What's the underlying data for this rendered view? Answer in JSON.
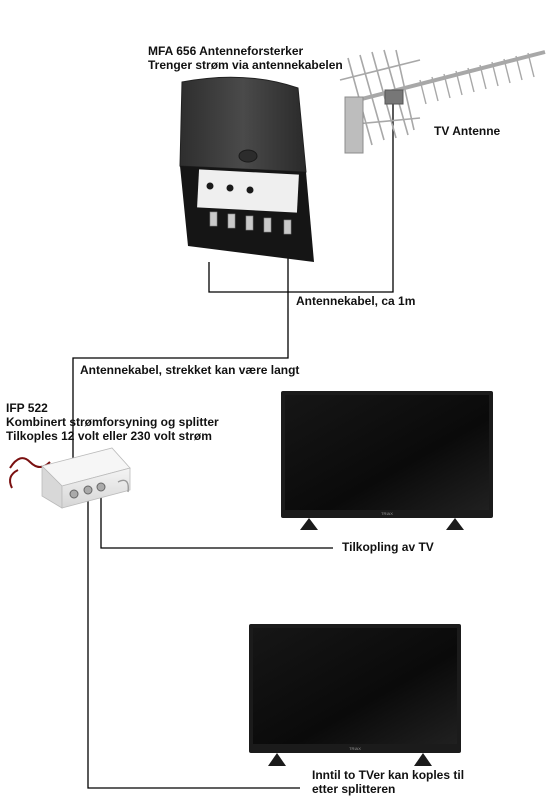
{
  "labels": {
    "amplifier": [
      "MFA 656 Antenneforsterker",
      "Trenger strøm via antennekabelen"
    ],
    "antenna": "TV Antenne",
    "cable_short": "Antennekabel, ca 1m",
    "cable_long": "Antennekabel, strekket kan være langt",
    "splitter": [
      "IFP 522",
      "Kombinert strømforsyning og splitter",
      "Tilkoples 12 volt eller 230 volt strøm"
    ],
    "tv1": "Tilkopling av TV",
    "tv2": [
      "Inntil to TVer kan koples til",
      "etter splitteren"
    ]
  },
  "device_marks": {
    "brand": "TRIAX"
  },
  "colors": {
    "cable": "#000000",
    "tv_body": "#1b1b1b",
    "tv_screen": "#0c0c0c",
    "amp_cover": "#3c3c3c",
    "antenna": "#b0b0b0",
    "power_cord": "#7a1010"
  }
}
